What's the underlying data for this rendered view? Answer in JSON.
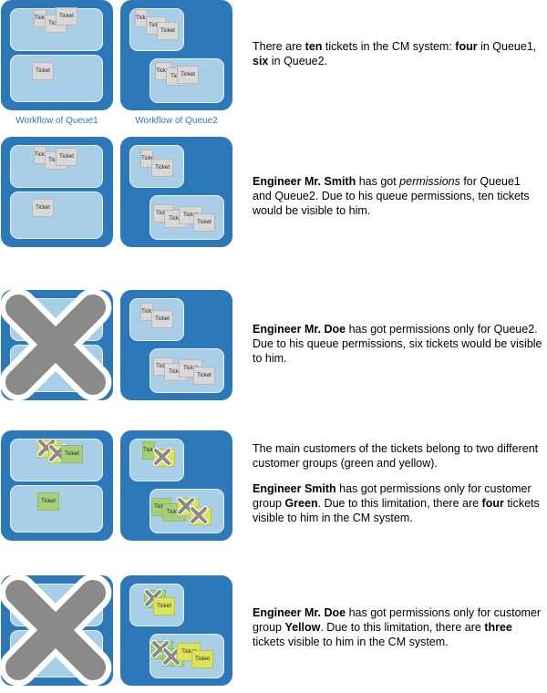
{
  "ticket_label": "Ticket",
  "workflow_labels": [
    "Workflow of Queue1",
    "Workflow of Queue2"
  ],
  "rows": [
    {
      "texts": [
        {
          "parts": [
            {
              "t": "There are ",
              "s": "n"
            },
            {
              "t": "ten",
              "s": "b"
            },
            {
              "t": " tickets in the CM system: ",
              "s": "n"
            },
            {
              "t": "four",
              "s": "b"
            },
            {
              "t": " in Queue1, ",
              "s": "n"
            },
            {
              "t": "six",
              "s": "b"
            },
            {
              "t": " in Queue2.",
              "s": "n"
            }
          ]
        }
      ]
    },
    {
      "texts": [
        {
          "parts": [
            {
              "t": "Engineer Mr. Smith",
              "s": "b"
            },
            {
              "t": " has got ",
              "s": "n"
            },
            {
              "t": "permissions",
              "s": "i"
            },
            {
              "t": " for Queue1 and Queue2. Due to his queue permissions, ten tickets would be visible to him.",
              "s": "n"
            }
          ]
        }
      ]
    },
    {
      "texts": [
        {
          "parts": [
            {
              "t": "Engineer Mr. Doe",
              "s": "b"
            },
            {
              "t": " has got permissions only for Queue2. Due to his queue permissions, six tickets would be visible to him.",
              "s": "n"
            }
          ]
        }
      ]
    },
    {
      "texts": [
        {
          "parts": [
            {
              "t": "The main customers of the tickets belong to two different customer groups (green and yellow).",
              "s": "n"
            }
          ]
        },
        {
          "parts": [
            {
              "t": "Engineer Smith",
              "s": "b"
            },
            {
              "t": " has got permissions only for customer group ",
              "s": "n"
            },
            {
              "t": "Green",
              "s": "b"
            },
            {
              "t": ". Due to this limitation, there are ",
              "s": "n"
            },
            {
              "t": "four",
              "s": "b"
            },
            {
              "t": " tickets visible to him in the CM system.",
              "s": "n"
            }
          ]
        }
      ]
    },
    {
      "texts": [
        {
          "parts": [
            {
              "t": "Engineer Mr. Doe",
              "s": "b"
            },
            {
              "t": " has got permissions only for customer group ",
              "s": "n"
            },
            {
              "t": "Yellow",
              "s": "b"
            },
            {
              "t": ". Due to this limitation, there are ",
              "s": "n"
            },
            {
              "t": "three",
              "s": "b"
            },
            {
              "t": " tickets visible to him in the CM system.",
              "s": "n"
            }
          ]
        }
      ]
    }
  ],
  "colors": {
    "workflow_bg": "#2d78b8",
    "lane_bg": "#a9cfe8",
    "ticket_default": "#d8d8d8",
    "ticket_green": "#a5cf7a",
    "ticket_yellow": "#dbe25c",
    "cross_fill": "#8a8a8a",
    "workflow_label": "#2d7bbd"
  },
  "icons": {
    "queue_denied": "large-x-mark-icon",
    "ticket_hidden": "small-x-mark-icon"
  }
}
